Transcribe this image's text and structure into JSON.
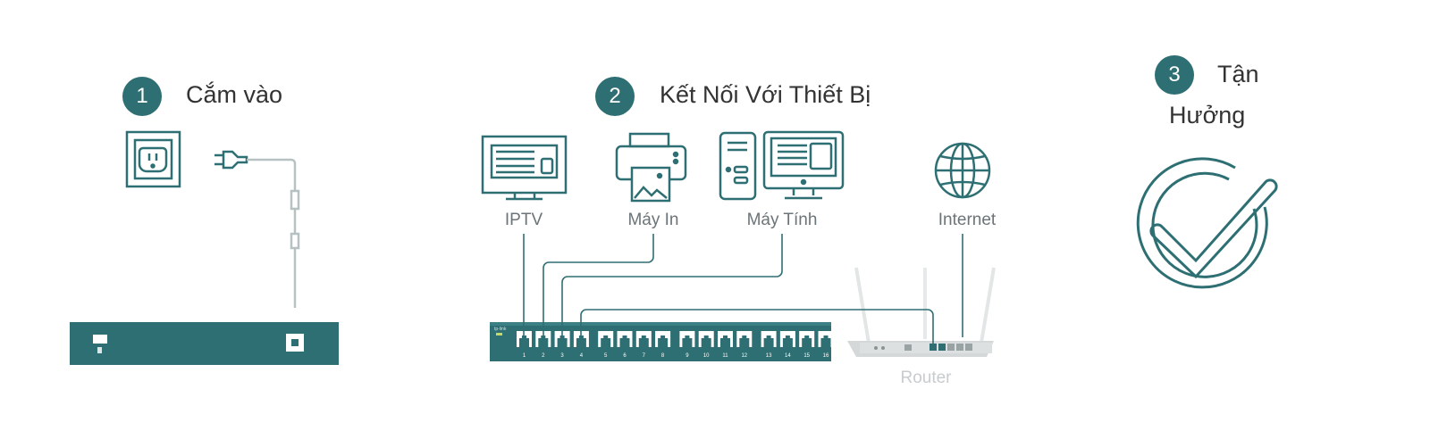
{
  "steps": [
    {
      "number": "1",
      "title": "Cắm vào"
    },
    {
      "number": "2",
      "title": "Kết Nối Với Thiết Bị"
    },
    {
      "number": "3",
      "title_line1": "Tận",
      "title_line2": "Hưởng"
    }
  ],
  "devices": {
    "iptv": "IPTV",
    "printer": "Máy In",
    "computer": "Máy Tính",
    "internet": "Internet"
  },
  "router_label": "Router",
  "switch": {
    "brand": "tp-link",
    "ports": [
      "1",
      "2",
      "3",
      "4",
      "5",
      "6",
      "7",
      "8",
      "9",
      "10",
      "11",
      "12",
      "13",
      "14",
      "15",
      "16"
    ]
  },
  "colors": {
    "accent": "#2e6f73",
    "switch_body": "#2e6f73",
    "router": "#d4d8d8"
  }
}
